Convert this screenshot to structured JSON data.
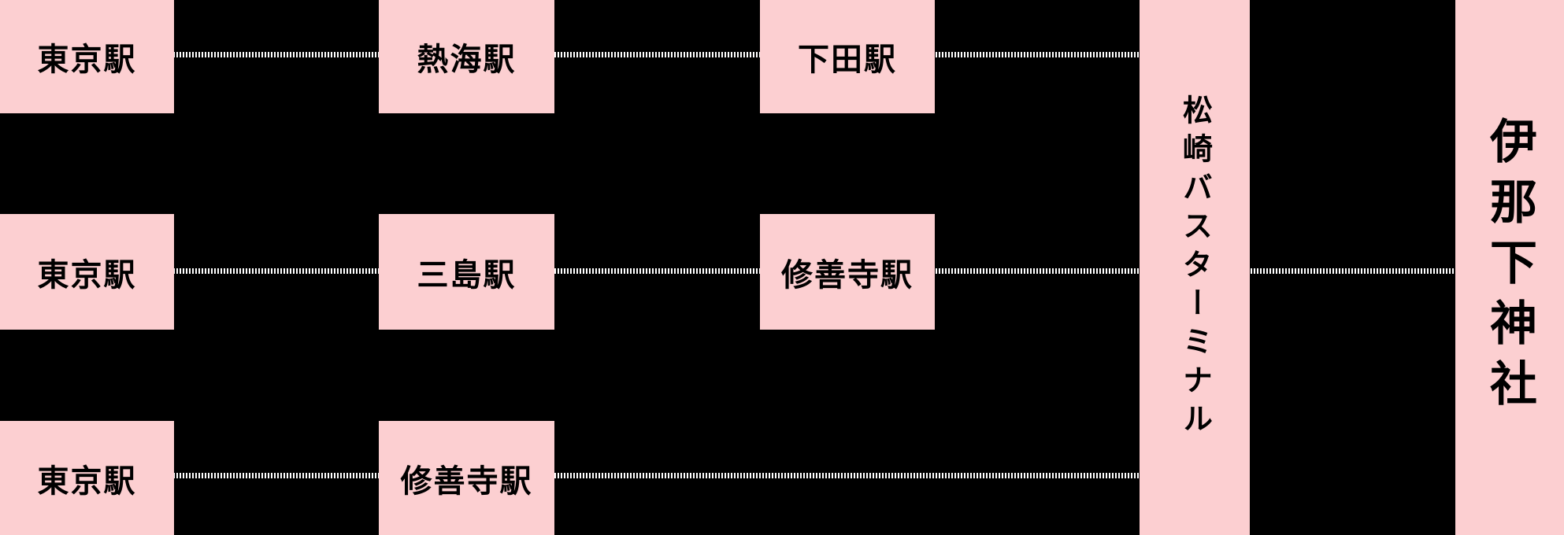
{
  "diagram": {
    "colors": {
      "background": "#000000",
      "box": "#fccfd1",
      "text": "#000000",
      "line": "#ffffff"
    },
    "routes": [
      {
        "stops": [
          "東京駅",
          "熱海駅",
          "下田駅"
        ]
      },
      {
        "stops": [
          "東京駅",
          "三島駅",
          "修善寺駅"
        ]
      },
      {
        "stops": [
          "東京駅",
          "修善寺駅"
        ]
      }
    ],
    "bus_terminal": "松崎バスターミナル",
    "destination": "伊那下神社"
  }
}
